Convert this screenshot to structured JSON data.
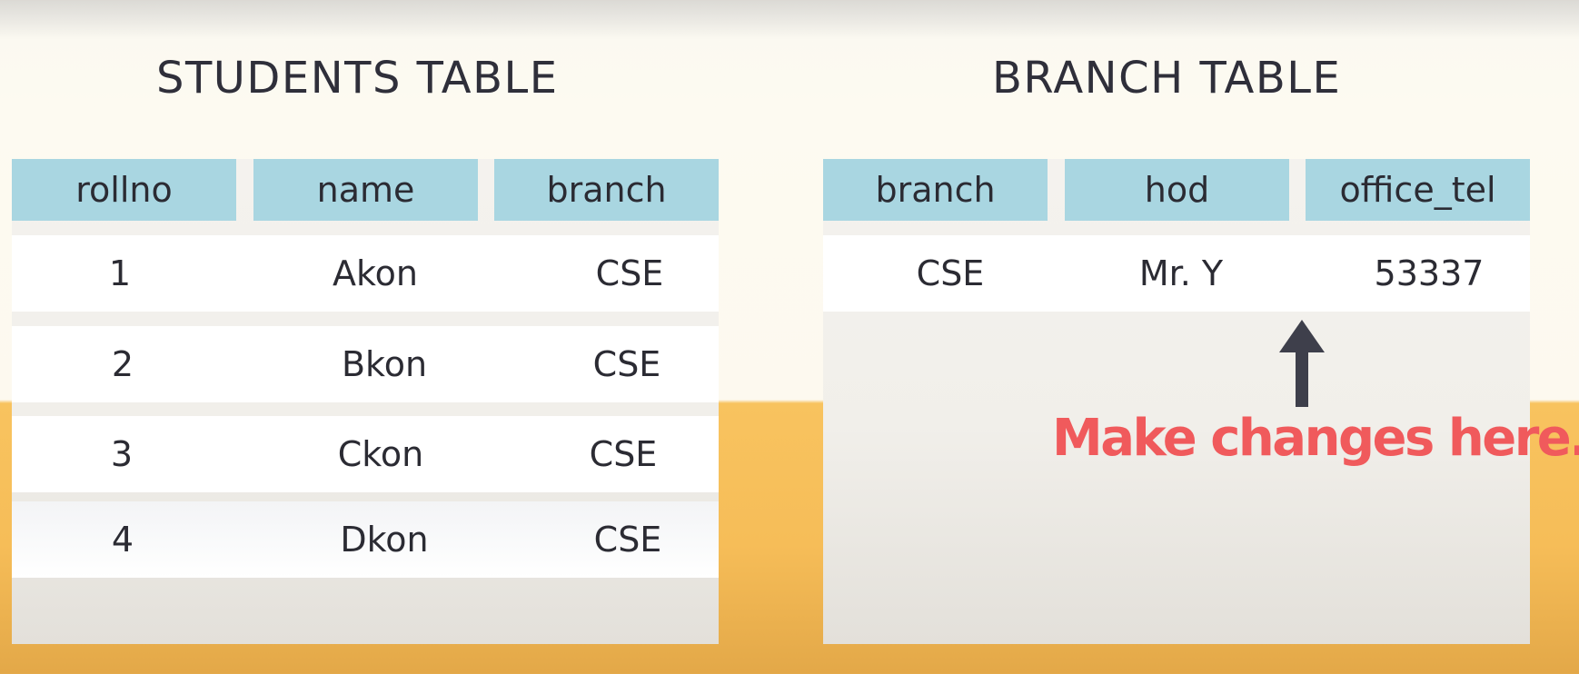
{
  "students": {
    "title": "STUDENTS TABLE",
    "columns": [
      "rollno",
      "name",
      "branch"
    ],
    "rows": [
      [
        "1",
        "Akon",
        "CSE"
      ],
      [
        "2",
        "Bkon",
        "CSE"
      ],
      [
        "3",
        "Ckon",
        "CSE"
      ],
      [
        "4",
        "Dkon",
        "CSE"
      ]
    ]
  },
  "branch": {
    "title": "BRANCH TABLE",
    "columns": [
      "branch",
      "hod",
      "office_tel"
    ],
    "rows": [
      [
        "CSE",
        "Mr. Y",
        "53337"
      ]
    ]
  },
  "annotation": {
    "text": "Make changes here.",
    "color": "#f05a5c",
    "icon": "arrow-up-icon"
  },
  "colors": {
    "header": "#a9d6e1",
    "bottom_band": "#f6bd58"
  }
}
